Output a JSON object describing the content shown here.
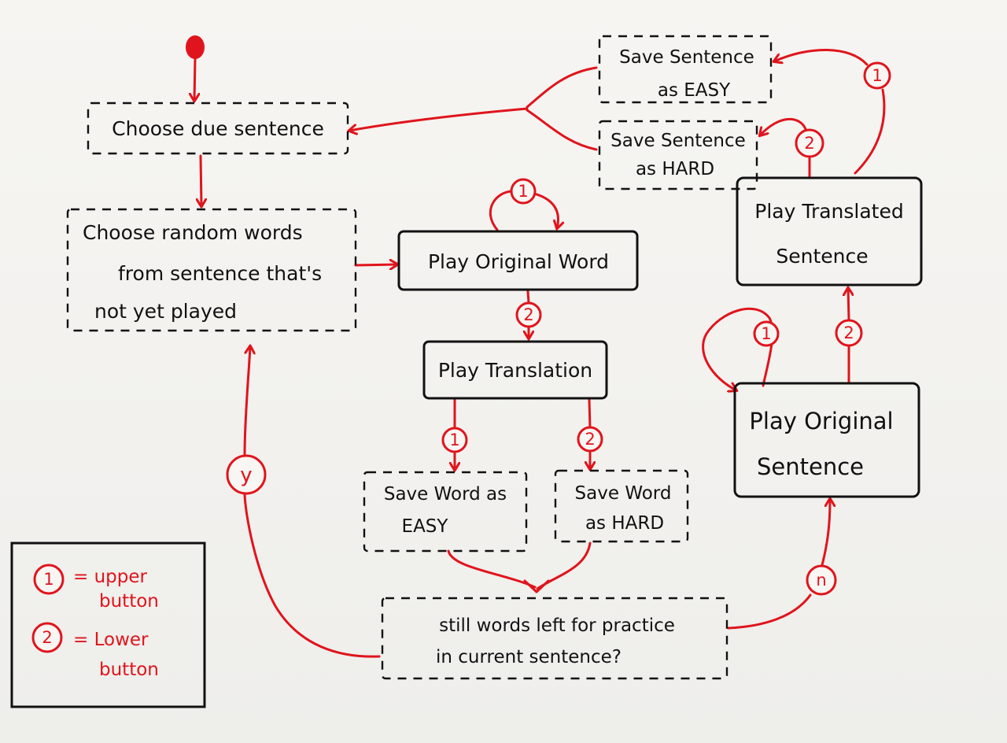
{
  "nodes": {
    "choose_due": "Choose due sentence",
    "choose_random": [
      "Choose random words",
      "from sentence that's",
      "not yet played"
    ],
    "play_original_word": "Play Original Word",
    "play_translation": "Play Translation",
    "save_word_easy": [
      "Save Word as",
      "EASY"
    ],
    "save_word_hard": [
      "Save Word",
      "as HARD"
    ],
    "still_words": [
      "still words left for practice",
      "in current sentence?"
    ],
    "play_original_sentence": [
      "Play Original",
      "Sentence"
    ],
    "play_translated_sentence": [
      "Play Translated",
      "Sentence"
    ],
    "save_sentence_easy": [
      "Save Sentence",
      "as EASY"
    ],
    "save_sentence_hard": [
      "Save Sentence",
      "as HARD"
    ]
  },
  "edge_labels": {
    "one": "1",
    "two": "2",
    "yes": "y",
    "no": "n"
  },
  "legend": {
    "one_marker": "1",
    "one_text": [
      "= upper",
      "button"
    ],
    "two_marker": "2",
    "two_text": [
      "= Lower",
      "button"
    ]
  },
  "colors": {
    "ink": "#111111",
    "accent_red": "#e0141c",
    "paper": "#f4f3f0"
  }
}
